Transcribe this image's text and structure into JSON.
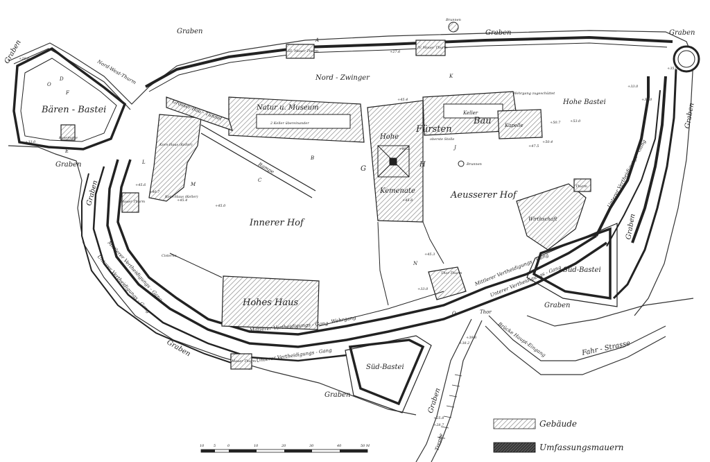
{
  "colors": {
    "ink": "#222222",
    "building_hatch": "#9a9a9a",
    "wall_fill": "#3a3a3a",
    "paper": "#ffffff"
  },
  "labels": {
    "graben_top_left": "Graben",
    "graben_top_center": "Graben",
    "graben_top_right": "Graben",
    "graben_left_upper": "Graben",
    "graben_left": "Graben",
    "graben_west": "Graben",
    "graben_right": "Graben",
    "graben_right_lower": "Graben",
    "graben_bottom_left": "Graben",
    "graben_bottom": "Graben",
    "graben_south": "Graben",
    "graben_sued": "Graben",
    "brunnen_top": "Brunnen",
    "brunnen_court": "Brunnen",
    "tower_iii": "III. Mauer Thurm",
    "tower_iv": "IV. Mauer Thurm",
    "nord_west_thurm": "Nord-West-Thurm",
    "nord_zwinger": "Nord - Zwinger",
    "baeren_bastei": "Bären - Bastei",
    "kasematte": "Kasematte",
    "grosser_tunnel": "Grosser Bau - Tunnel",
    "rampe": "Rampe",
    "natur_museum": "Natur u. Museum",
    "keller_uebereinander": "2 Keller übereinander",
    "korn_haus_1": "Korn-Haus (Keller)",
    "korn_haus_2": "Korn-Haus (Keller)",
    "mauer_thurm_left": "Mauer Thurm",
    "innerer_hof": "Innerer Hof",
    "cisterne": "Cisterne",
    "hohes_haus": "Hohes Haus",
    "hohe_kemenate_1": "Hohe",
    "hohe_kemenate_2": "Kemenate",
    "hohe_fuersten_bau_1": "Fürsten",
    "hohe_fuersten_bau_2": "Bau",
    "oberste_stolle": "oberste Stolle",
    "keller": "Keller",
    "kapelle": "Kapelle",
    "hohe_bastei": "Hohe Bastei",
    "wehrgang_zugeschuettet": "Wehrgang zugeschüttet",
    "aeusserer_hof": "Aeusserer Hof",
    "wirthschaft": "Wirthschaft",
    "thurm_right": "Thurm",
    "thor_thurm": "Thor-Thurm",
    "thor": "Thor",
    "sued_bastei_right": "Süd-Bastei",
    "sued_bastei_bottom": "Süd-Bastei",
    "wehrgang": "Wehrgang",
    "mittlerer_vert_gang": "Mittlerer Vertheidigungs - Gang",
    "unterer_vert_gang": "Unterer Vertheidigungs - Gang",
    "mittlerer_vert_gang_right": "Mittlerer Vertheidigungs - Gang",
    "unterer_vert_gang_right": "Unterer Vertheidigungs - Gang",
    "unterer_vert_gang_east": "Unterer Vertheidigungs - Gang",
    "mittlerer_vert_gang_west": "Mittlerer Vertheidigungs - Gang",
    "unterer_vert_gang_west": "Unterer Vertheidigungs - Gang",
    "mauer_thurm_bottom": "Mauer Thurm",
    "bruecke_haupt_eingang": "Brücke Haupt-Eingang",
    "fahr_strasse": "Fahr - Strasse",
    "treppe": "Treppe",
    "letter_a": "A",
    "letter_b": "B",
    "letter_c": "C",
    "letter_d": "D",
    "letter_e": "E",
    "letter_f": "F",
    "letter_g": "G",
    "letter_h": "H",
    "letter_j": "J",
    "letter_k": "K",
    "letter_l": "L",
    "letter_m": "M",
    "letter_n": "N",
    "letter_o": "O",
    "letter_o2": "O"
  },
  "elevations": {
    "e1": "+27.6",
    "e2": "+33.0",
    "e3": "+45.4",
    "e4": "+35.0",
    "e5": "+33.0",
    "e6": "+53.0",
    "e7": "+50.7",
    "e8": "+50.4",
    "e9": "+47.5",
    "e10": "+46.2",
    "e11": "+45.8",
    "e12": "+45.6",
    "e13": "+45.4",
    "e14": "+45.0",
    "e15": "+40.7",
    "e16": "+45.3",
    "e17": "+39.6",
    "e18": "+38.2",
    "e19": "+33.0",
    "e20": "+25.8",
    "e21": "+26.0",
    "e22": "+28.7",
    "e23": "+33.0"
  },
  "legend": {
    "buildings": "Gebäude",
    "walls": "Umfassungsmauern"
  },
  "scale": {
    "ticks": [
      "10",
      "5",
      "0",
      "10",
      "20",
      "30",
      "40",
      "50 M"
    ]
  }
}
